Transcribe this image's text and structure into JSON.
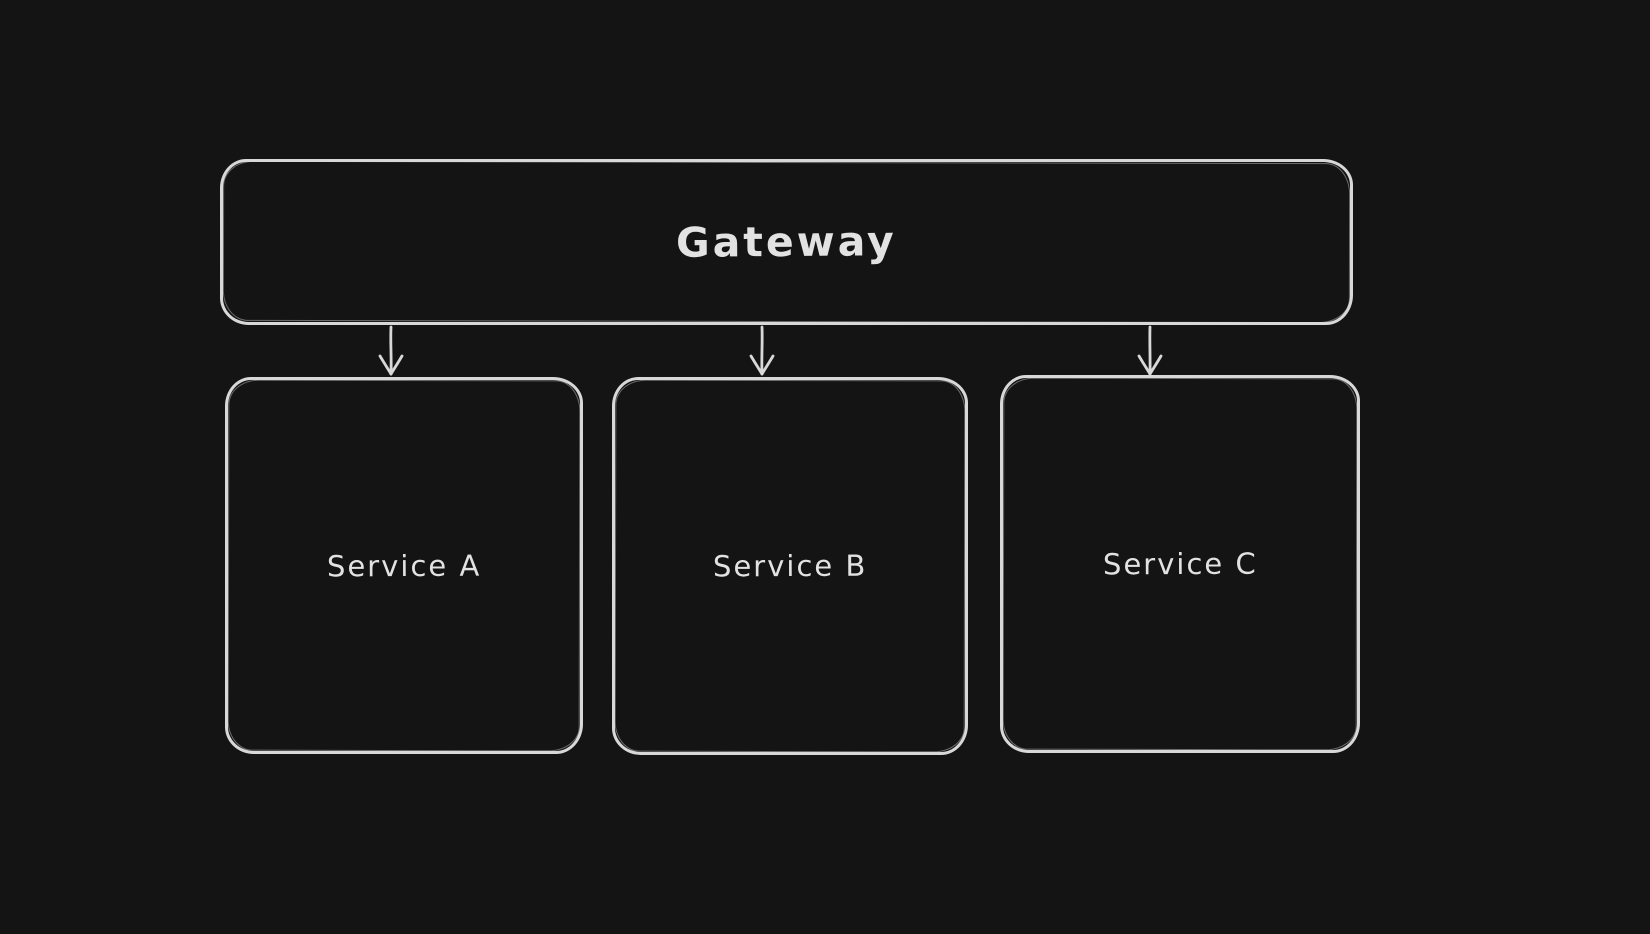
{
  "diagram": {
    "type": "architecture-sketch",
    "colors": {
      "bg": "#141414",
      "stroke": "#d8d8d8",
      "text": "#e2e2e2"
    },
    "nodes": [
      {
        "id": "gateway",
        "label": "Gateway",
        "shape": "rounded-rectangle"
      },
      {
        "id": "service-a",
        "label": "Service A",
        "shape": "rounded-rectangle"
      },
      {
        "id": "service-b",
        "label": "Service B",
        "shape": "rounded-rectangle"
      },
      {
        "id": "service-c",
        "label": "Service C",
        "shape": "rounded-rectangle"
      }
    ],
    "edges": [
      {
        "from": "gateway",
        "to": "service-a",
        "style": "arrow-down"
      },
      {
        "from": "gateway",
        "to": "service-b",
        "style": "arrow-down"
      },
      {
        "from": "gateway",
        "to": "service-c",
        "style": "arrow-down"
      }
    ]
  }
}
